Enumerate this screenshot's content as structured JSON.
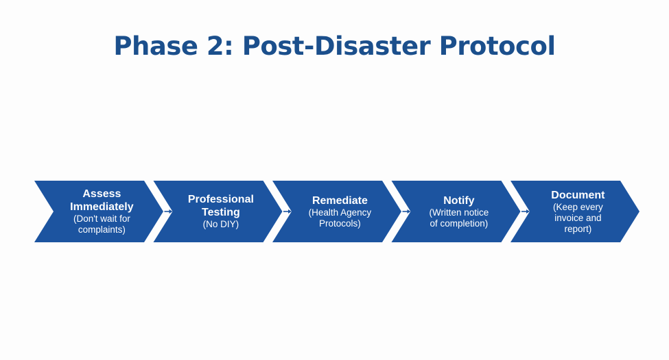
{
  "title": "Phase 2: Post-Disaster Protocol",
  "colors": {
    "title": "#1b4f8c",
    "chevron": "#1c54a0",
    "chevron_text": "#ffffff",
    "background": "#fdfdfd"
  },
  "steps": [
    {
      "title": "Assess Immediately",
      "title_lines": [
        "Assess",
        "Immediately"
      ],
      "subtitle_lines": [
        "(Don't wait for",
        "complaints)"
      ]
    },
    {
      "title": "Professional Testing",
      "title_lines": [
        "Professional",
        "Testing"
      ],
      "subtitle_lines": [
        "(No DIY)"
      ]
    },
    {
      "title": "Remediate",
      "title_lines": [
        "Remediate"
      ],
      "subtitle_lines": [
        "(Health Agency",
        "Protocols)"
      ]
    },
    {
      "title": "Notify",
      "title_lines": [
        "Notify"
      ],
      "subtitle_lines": [
        "(Written notice",
        "of completion)"
      ]
    },
    {
      "title": "Document",
      "title_lines": [
        "Document"
      ],
      "subtitle_lines": [
        "(Keep every",
        "invoice and",
        "report)"
      ]
    }
  ],
  "connector_icon": "arrow-right-icon"
}
